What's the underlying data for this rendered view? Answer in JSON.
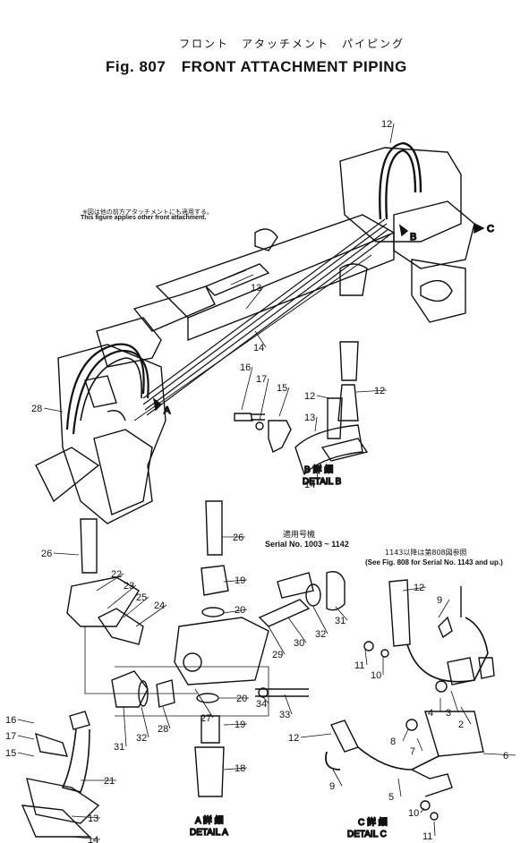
{
  "header": {
    "subtitle_jp": "フロント　アタッチメント　パイピング",
    "title": "Fig. 807　FRONT ATTACHMENT PIPING"
  },
  "notes": {
    "jp_note": "※図は他の前方アタッチメントにも適用する。",
    "en_note": "This figure applies other front attachment.",
    "serial_jp": "適用号機",
    "serial_en": "Serial No. 1003 ~ 1142",
    "serial2_jp": "1143以降は第808図参照",
    "serial2_en": "(See Fig. 808 for Serial No. 1143 and up.)"
  },
  "details": {
    "b_jp": "B 詳 細",
    "b_en": "DETAIL B",
    "a_jp": "A 詳 細",
    "a_en": "DETAIL A",
    "c_jp": "C 詳 細",
    "c_en": "DETAIL C"
  },
  "markers": {
    "a": "A",
    "b": "B",
    "c": "C"
  },
  "part_labels": [
    "12",
    "13",
    "14",
    "28",
    "16",
    "17",
    "15",
    "12",
    "12",
    "13",
    "14",
    "26",
    "26",
    "22",
    "23",
    "25",
    "24",
    "19",
    "20",
    "29",
    "30",
    "32",
    "31",
    "27",
    "20",
    "34",
    "33",
    "31",
    "32",
    "28",
    "19",
    "18",
    "16",
    "17",
    "15",
    "21",
    "13",
    "14",
    "12",
    "9",
    "11",
    "10",
    "4",
    "3",
    "2",
    "8",
    "7",
    "6",
    "12",
    "9",
    "5",
    "10",
    "11"
  ]
}
